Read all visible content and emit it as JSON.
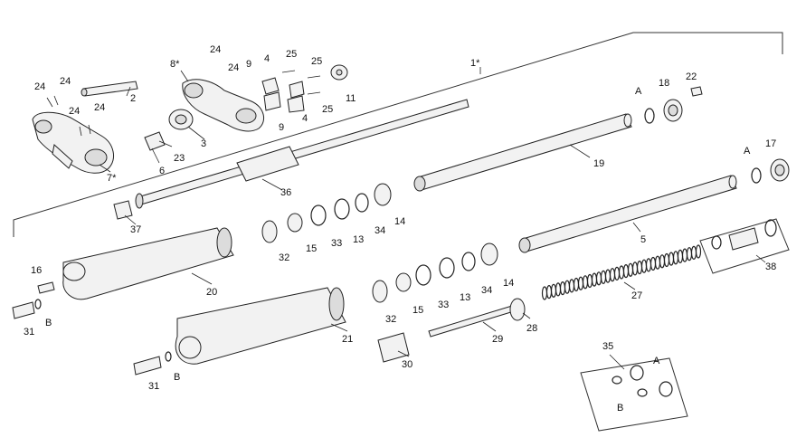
{
  "labels": {
    "l_1star": "1*",
    "l_2": "2",
    "l_3": "3",
    "l_4a": "4",
    "l_4b": "4",
    "l_5": "5",
    "l_6": "6",
    "l_7star": "7*",
    "l_8star": "8*",
    "l_9a": "9",
    "l_9b": "9",
    "l_11": "11",
    "l_13a": "13",
    "l_13b": "13",
    "l_14a": "14",
    "l_14b": "14",
    "l_15a": "15",
    "l_15b": "15",
    "l_16": "16",
    "l_17": "17",
    "l_18": "18",
    "l_19": "19",
    "l_20": "20",
    "l_21": "21",
    "l_22": "22",
    "l_23": "23",
    "l_24a": "24",
    "l_24b": "24",
    "l_24c": "24",
    "l_24d": "24",
    "l_24e": "24",
    "l_24f": "24",
    "l_25a": "25",
    "l_25b": "25",
    "l_25c": "25",
    "l_27": "27",
    "l_28": "28",
    "l_29": "29",
    "l_30": "30",
    "l_31a": "31",
    "l_31b": "31",
    "l_32a": "32",
    "l_32b": "32",
    "l_33a": "33",
    "l_33b": "33",
    "l_34a": "34",
    "l_34b": "34",
    "l_35": "35",
    "l_36": "36",
    "l_37": "37",
    "l_38": "38",
    "l_Aa": "A",
    "l_Ab": "A",
    "l_Ac": "A",
    "l_Ba": "B",
    "l_Bb": "B",
    "l_Bc": "B"
  }
}
